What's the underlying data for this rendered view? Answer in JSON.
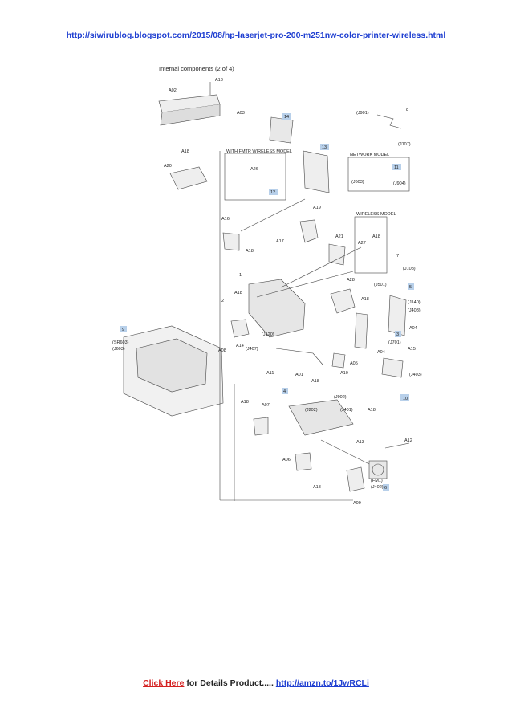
{
  "header": {
    "url": "http://siwirublog.blogspot.com/2015/08/hp-laserjet-pro-200-m251nw-color-printer-wireless.html"
  },
  "diagram": {
    "title": "Internal components (2 of 4)",
    "box_fmtr": "WITH FMTR WIRELESS MODEL",
    "box_network": "NETWORK MODEL",
    "box_wireless": "WIRELESS MODEL",
    "labels": [
      "A18",
      "A02",
      "A03",
      "14",
      "8",
      "(J901)",
      "(J107)",
      "A18",
      "A20",
      "13",
      "A26",
      "12",
      "11",
      "(J603)",
      "(J904)",
      "A19",
      "A16",
      "A17",
      "A21",
      "A18",
      "A27",
      "A18",
      "7",
      "(J108)",
      "(J501)",
      "1",
      "A28",
      "5",
      "(J140)",
      "(J408)",
      "A18",
      "A18",
      "2",
      "3",
      "A04",
      "9",
      "(SR603)",
      "(J603)",
      "A14",
      "(J120)",
      "A08",
      "(J407)",
      "(J701)",
      "A04",
      "A15",
      "A05",
      "A10",
      "A01",
      "A11",
      "(J403)",
      "10",
      "A18",
      "4",
      "(J902)",
      "A18",
      "A07",
      "(J202)",
      "(J401)",
      "A18",
      "A13",
      "A12",
      "A06",
      "(FM1)",
      "(J402)",
      "6",
      "A18",
      "A09"
    ]
  },
  "footer": {
    "click_here": "Click Here",
    "middle": " for Details Product..... ",
    "amzn": "http://amzn.to/1JwRCLi"
  }
}
